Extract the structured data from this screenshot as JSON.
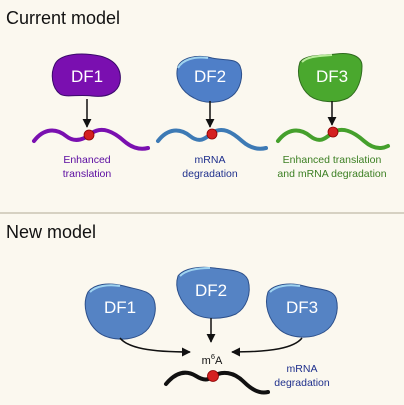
{
  "current_model": {
    "heading": "Current model",
    "proteins": [
      {
        "label": "DF1",
        "color": "#7a0fb0",
        "rna_color": "#7a10b0",
        "caption_lines": [
          "Enhanced",
          "translation"
        ],
        "caption_color": "#5a0aa0"
      },
      {
        "label": "DF2",
        "color": "#4f7fc8",
        "rna_color": "#3d7ab5",
        "caption_lines": [
          "mRNA",
          "degradation"
        ],
        "caption_color": "#1e2f8c"
      },
      {
        "label": "DF3",
        "color": "#4aa82e",
        "rna_color": "#45a02c",
        "caption_lines": [
          "Enhanced translation",
          "and mRNA degradation"
        ],
        "caption_color": "#3b7f22"
      }
    ]
  },
  "new_model": {
    "heading": "New model",
    "proteins": [
      {
        "label": "DF1",
        "color": "#5583c4"
      },
      {
        "label": "DF2",
        "color": "#5583c4"
      },
      {
        "label": "DF3",
        "color": "#5583c4"
      }
    ],
    "modification": {
      "base": "m",
      "sup": "6",
      "tail": "A"
    },
    "caption_lines": [
      "mRNA",
      "degradation"
    ],
    "caption_color": "#1e2f8c"
  },
  "colors": {
    "background": "#fbf8ef",
    "divider": "#c9c4b4",
    "methyl_dot": "#d42020"
  }
}
